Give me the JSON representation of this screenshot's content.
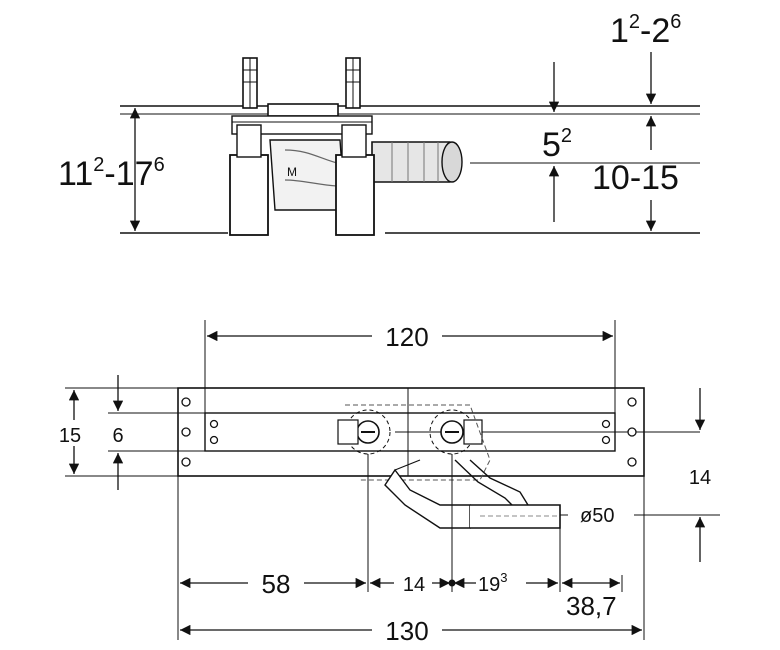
{
  "top_view": {
    "dim_left": {
      "base": "11",
      "sup1": "2",
      "mid": "-17",
      "sup2": "6"
    },
    "dim_right_top": {
      "base": "1",
      "sup1": "2",
      "mid": "-2",
      "sup2": "6"
    },
    "dim_right_mid": {
      "base": "5",
      "sup1": "2"
    },
    "dim_right_bottom": "10-15"
  },
  "plan_view": {
    "dim_top": "120",
    "dim_left_outer": "15",
    "dim_left_inner": "6",
    "dim_right": "14",
    "dim_pipe": "ø50",
    "dim_bottom_1": "58",
    "dim_bottom_2": "14",
    "dim_bottom_3": {
      "base": "19",
      "sup1": "3"
    },
    "dim_bottom_4": "38,7",
    "dim_total": "130"
  }
}
